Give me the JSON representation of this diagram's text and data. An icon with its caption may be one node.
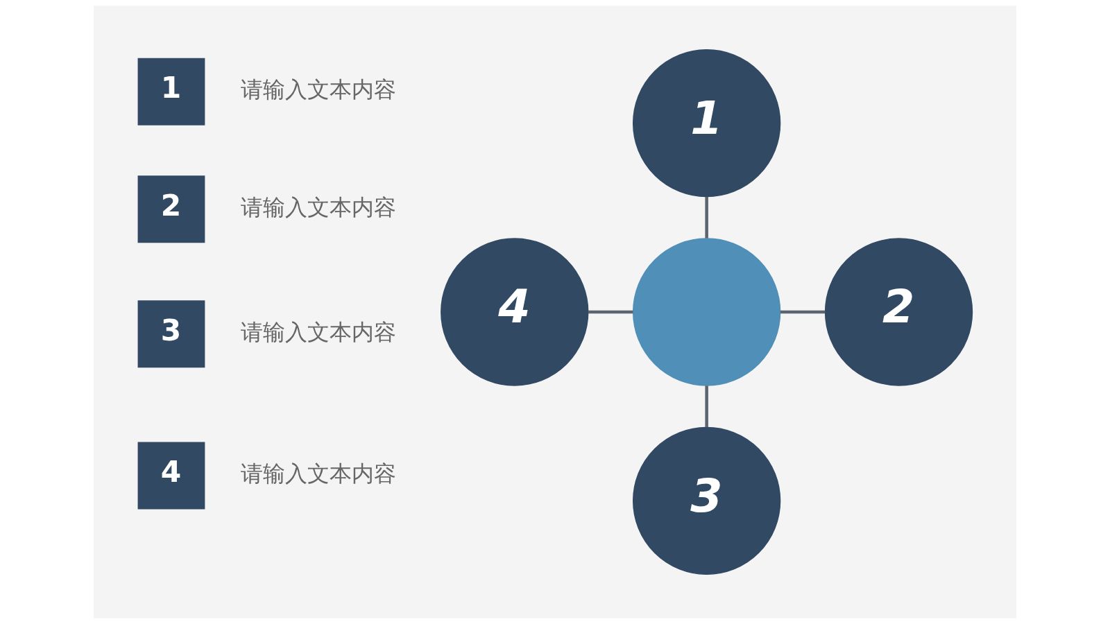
{
  "diagram": {
    "nodes": [
      {
        "text": [
          "1"
        ],
        "beside": [
          "请输入文本内容"
        ]
      },
      {
        "text": [
          "2"
        ],
        "beside": [
          "请输入文本内容"
        ]
      },
      {
        "text": [
          "3"
        ],
        "beside": [
          "请输入文本内容"
        ]
      },
      {
        "text": [
          "4"
        ],
        "beside": [
          "请输入文本内容"
        ]
      },
      {
        "text": [
          "1"
        ]
      },
      {
        "text": [
          "4"
        ]
      },
      {
        "text": [],
        "shape": "circle"
      },
      {
        "text": [
          "2"
        ]
      },
      {
        "text": [
          "3"
        ]
      }
    ],
    "edges": [
      {
        "from": 6,
        "to": 4,
        "arrow": "none"
      },
      {
        "from": 5,
        "to": 6,
        "arrow": "none"
      },
      {
        "from": 6,
        "to": 7,
        "arrow": "none"
      },
      {
        "from": 8,
        "to": 6,
        "arrow": "none"
      }
    ]
  }
}
